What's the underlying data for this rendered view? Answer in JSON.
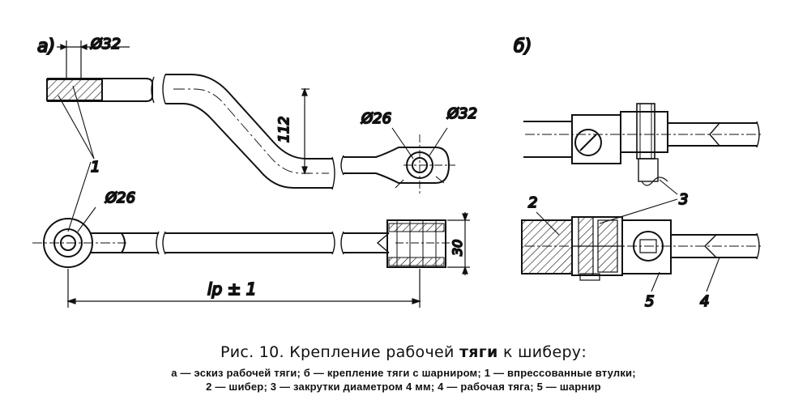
{
  "panels": {
    "a": {
      "label": "а)"
    },
    "b": {
      "label": "б)"
    }
  },
  "dimensions": {
    "d32_left": "Ø32",
    "d26_right": "Ø26",
    "d32_right": "Ø32",
    "offset_112": "112",
    "d26_eye": "Ø26",
    "height_30": "30",
    "length": "lp ± 1"
  },
  "callouts": {
    "c1": "1",
    "c2": "2",
    "c3": "3",
    "c4": "4",
    "c5": "5"
  },
  "caption": {
    "title_start": "Рис. 10. Крепление рабочей",
    "title_bold": "тяги",
    "title_end": "к шиберу:",
    "line1": "а — эскиз рабочей тяги; б — крепление тяги с шарниром; 1 — впрессованные втулки;",
    "line2": "2 — шибер; 3 — закрутки диаметром 4 мм; 4 — рабочая тяга; 5 — шарнир"
  }
}
